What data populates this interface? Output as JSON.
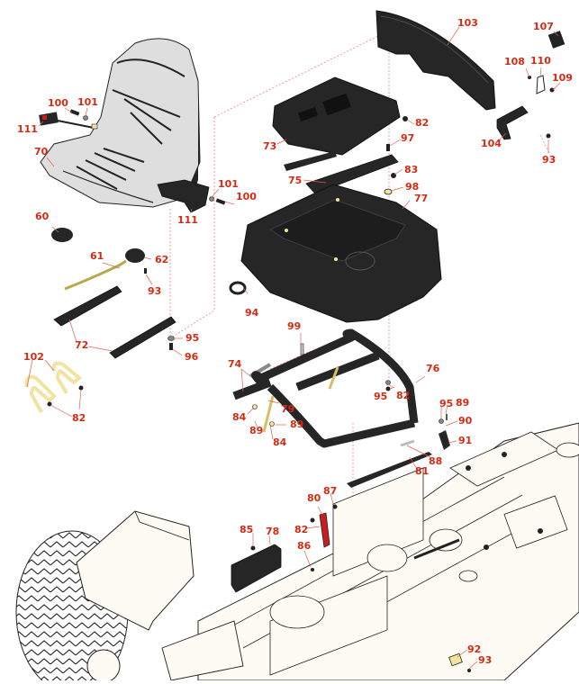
{
  "diagram": {
    "title": "Seat and Seat Mount Assembly - Exploded Parts View",
    "label_color": "#d42b14",
    "part_color_dark": "#262626",
    "part_color_seat": "#dedede",
    "part_color_frame": "#fdfbf3",
    "part_color_accent_yellow": "#f2e3a0",
    "part_color_accent_red": "#c81e1e",
    "callouts": [
      {
        "id": "c103",
        "text": "103",
        "part": "seat-back-shroud"
      },
      {
        "id": "c107",
        "text": "107",
        "part": "decal"
      },
      {
        "id": "c108",
        "text": "108",
        "part": "screw"
      },
      {
        "id": "c110",
        "text": "110",
        "part": "bracket"
      },
      {
        "id": "c109",
        "text": "109",
        "part": "nut"
      },
      {
        "id": "c100a",
        "text": "100",
        "part": "bolt"
      },
      {
        "id": "c101a",
        "text": "101",
        "part": "washer"
      },
      {
        "id": "c111a",
        "text": "111",
        "part": "seat-belt-buckle"
      },
      {
        "id": "c70",
        "text": "70",
        "part": "seat"
      },
      {
        "id": "c82a",
        "text": "82",
        "part": "nut"
      },
      {
        "id": "c73",
        "text": "73",
        "part": "seat-suspension"
      },
      {
        "id": "c97",
        "text": "97",
        "part": "bolt"
      },
      {
        "id": "c104",
        "text": "104",
        "part": "bracket"
      },
      {
        "id": "c93a",
        "text": "93",
        "part": "screw"
      },
      {
        "id": "c83",
        "text": "83",
        "part": "bolt"
      },
      {
        "id": "c75",
        "text": "75",
        "part": "seat-plate"
      },
      {
        "id": "c98",
        "text": "98",
        "part": "washer"
      },
      {
        "id": "c77",
        "text": "77",
        "part": "seat-pan-cover"
      },
      {
        "id": "c101b",
        "text": "101",
        "part": "washer"
      },
      {
        "id": "c100b",
        "text": "100",
        "part": "bolt"
      },
      {
        "id": "c111b",
        "text": "111",
        "part": "seat-belt-retractor"
      },
      {
        "id": "c60",
        "text": "60",
        "part": "knob"
      },
      {
        "id": "c61",
        "text": "61",
        "part": "wire-harness"
      },
      {
        "id": "c62",
        "text": "62",
        "part": "seat-switch"
      },
      {
        "id": "c93b",
        "text": "93",
        "part": "screw"
      },
      {
        "id": "c94",
        "text": "94",
        "part": "grommet"
      },
      {
        "id": "c72",
        "text": "72",
        "part": "seat-slide-rails"
      },
      {
        "id": "c95a",
        "text": "95",
        "part": "washer"
      },
      {
        "id": "c96",
        "text": "96",
        "part": "bolt"
      },
      {
        "id": "c99",
        "text": "99",
        "part": "bolt"
      },
      {
        "id": "c102",
        "text": "102",
        "part": "straps"
      },
      {
        "id": "c82b",
        "text": "82",
        "part": "nut"
      },
      {
        "id": "c74",
        "text": "74",
        "part": "pivot-pin"
      },
      {
        "id": "c76",
        "text": "76",
        "part": "seat-frame"
      },
      {
        "id": "c95b",
        "text": "95",
        "part": "washer"
      },
      {
        "id": "c82c",
        "text": "82",
        "part": "nut"
      },
      {
        "id": "c95c",
        "text": "95",
        "part": "washer"
      },
      {
        "id": "c89a",
        "text": "89",
        "part": "pin"
      },
      {
        "id": "c84a",
        "text": "84",
        "part": "bushing"
      },
      {
        "id": "c79",
        "text": "79",
        "part": "support-rod"
      },
      {
        "id": "c90",
        "text": "90",
        "part": "spring"
      },
      {
        "id": "c89b",
        "text": "89",
        "part": "pin"
      },
      {
        "id": "c89c",
        "text": "89",
        "part": "pin"
      },
      {
        "id": "c84b",
        "text": "84",
        "part": "bushing"
      },
      {
        "id": "c91",
        "text": "91",
        "part": "latch"
      },
      {
        "id": "c88",
        "text": "88",
        "part": "bolt"
      },
      {
        "id": "c81",
        "text": "81",
        "part": "plate"
      },
      {
        "id": "c80",
        "text": "80",
        "part": "bracket"
      },
      {
        "id": "c87",
        "text": "87",
        "part": "bolt"
      },
      {
        "id": "c82d",
        "text": "82",
        "part": "nut"
      },
      {
        "id": "c85",
        "text": "85",
        "part": "nut"
      },
      {
        "id": "c78",
        "text": "78",
        "part": "cover-plate"
      },
      {
        "id": "c86",
        "text": "86",
        "part": "bolt"
      },
      {
        "id": "c92",
        "text": "92",
        "part": "decal"
      },
      {
        "id": "c93c",
        "text": "93",
        "part": "screw"
      }
    ]
  }
}
